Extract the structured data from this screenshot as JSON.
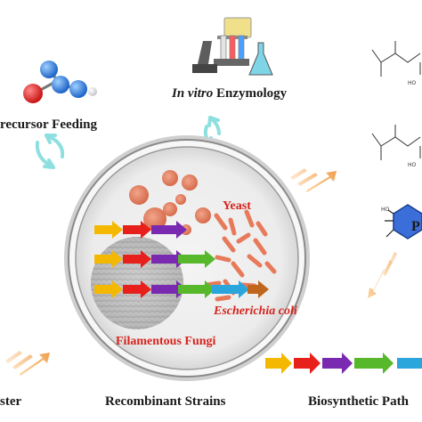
{
  "labels": {
    "precursor": "recursor Feeding",
    "invitro_italic": "In vitro",
    "invitro_rest": " Enzymology",
    "recombinant": "Recombinant Strains",
    "biosynthetic": "Biosynthetic Path",
    "ster": "ster",
    "yeast": "Yeast",
    "ecoli": "Escherichia coli",
    "fungi": "Filamentous Fungi",
    "partial_p": "P",
    "mol_ho_1": "HO",
    "mol_ho_2": "HO",
    "mol_ho_3": "HO"
  },
  "colors": {
    "gene_yellow": "#f5b800",
    "gene_red": "#e8201c",
    "gene_purple": "#7a2ab0",
    "gene_green": "#58b82c",
    "gene_blue": "#2aa6dc",
    "gene_brown": "#c0661c",
    "label_red": "#d8231c",
    "arrow_orange": "#f2b06a",
    "arrow_teal": "#8ee0e0"
  }
}
